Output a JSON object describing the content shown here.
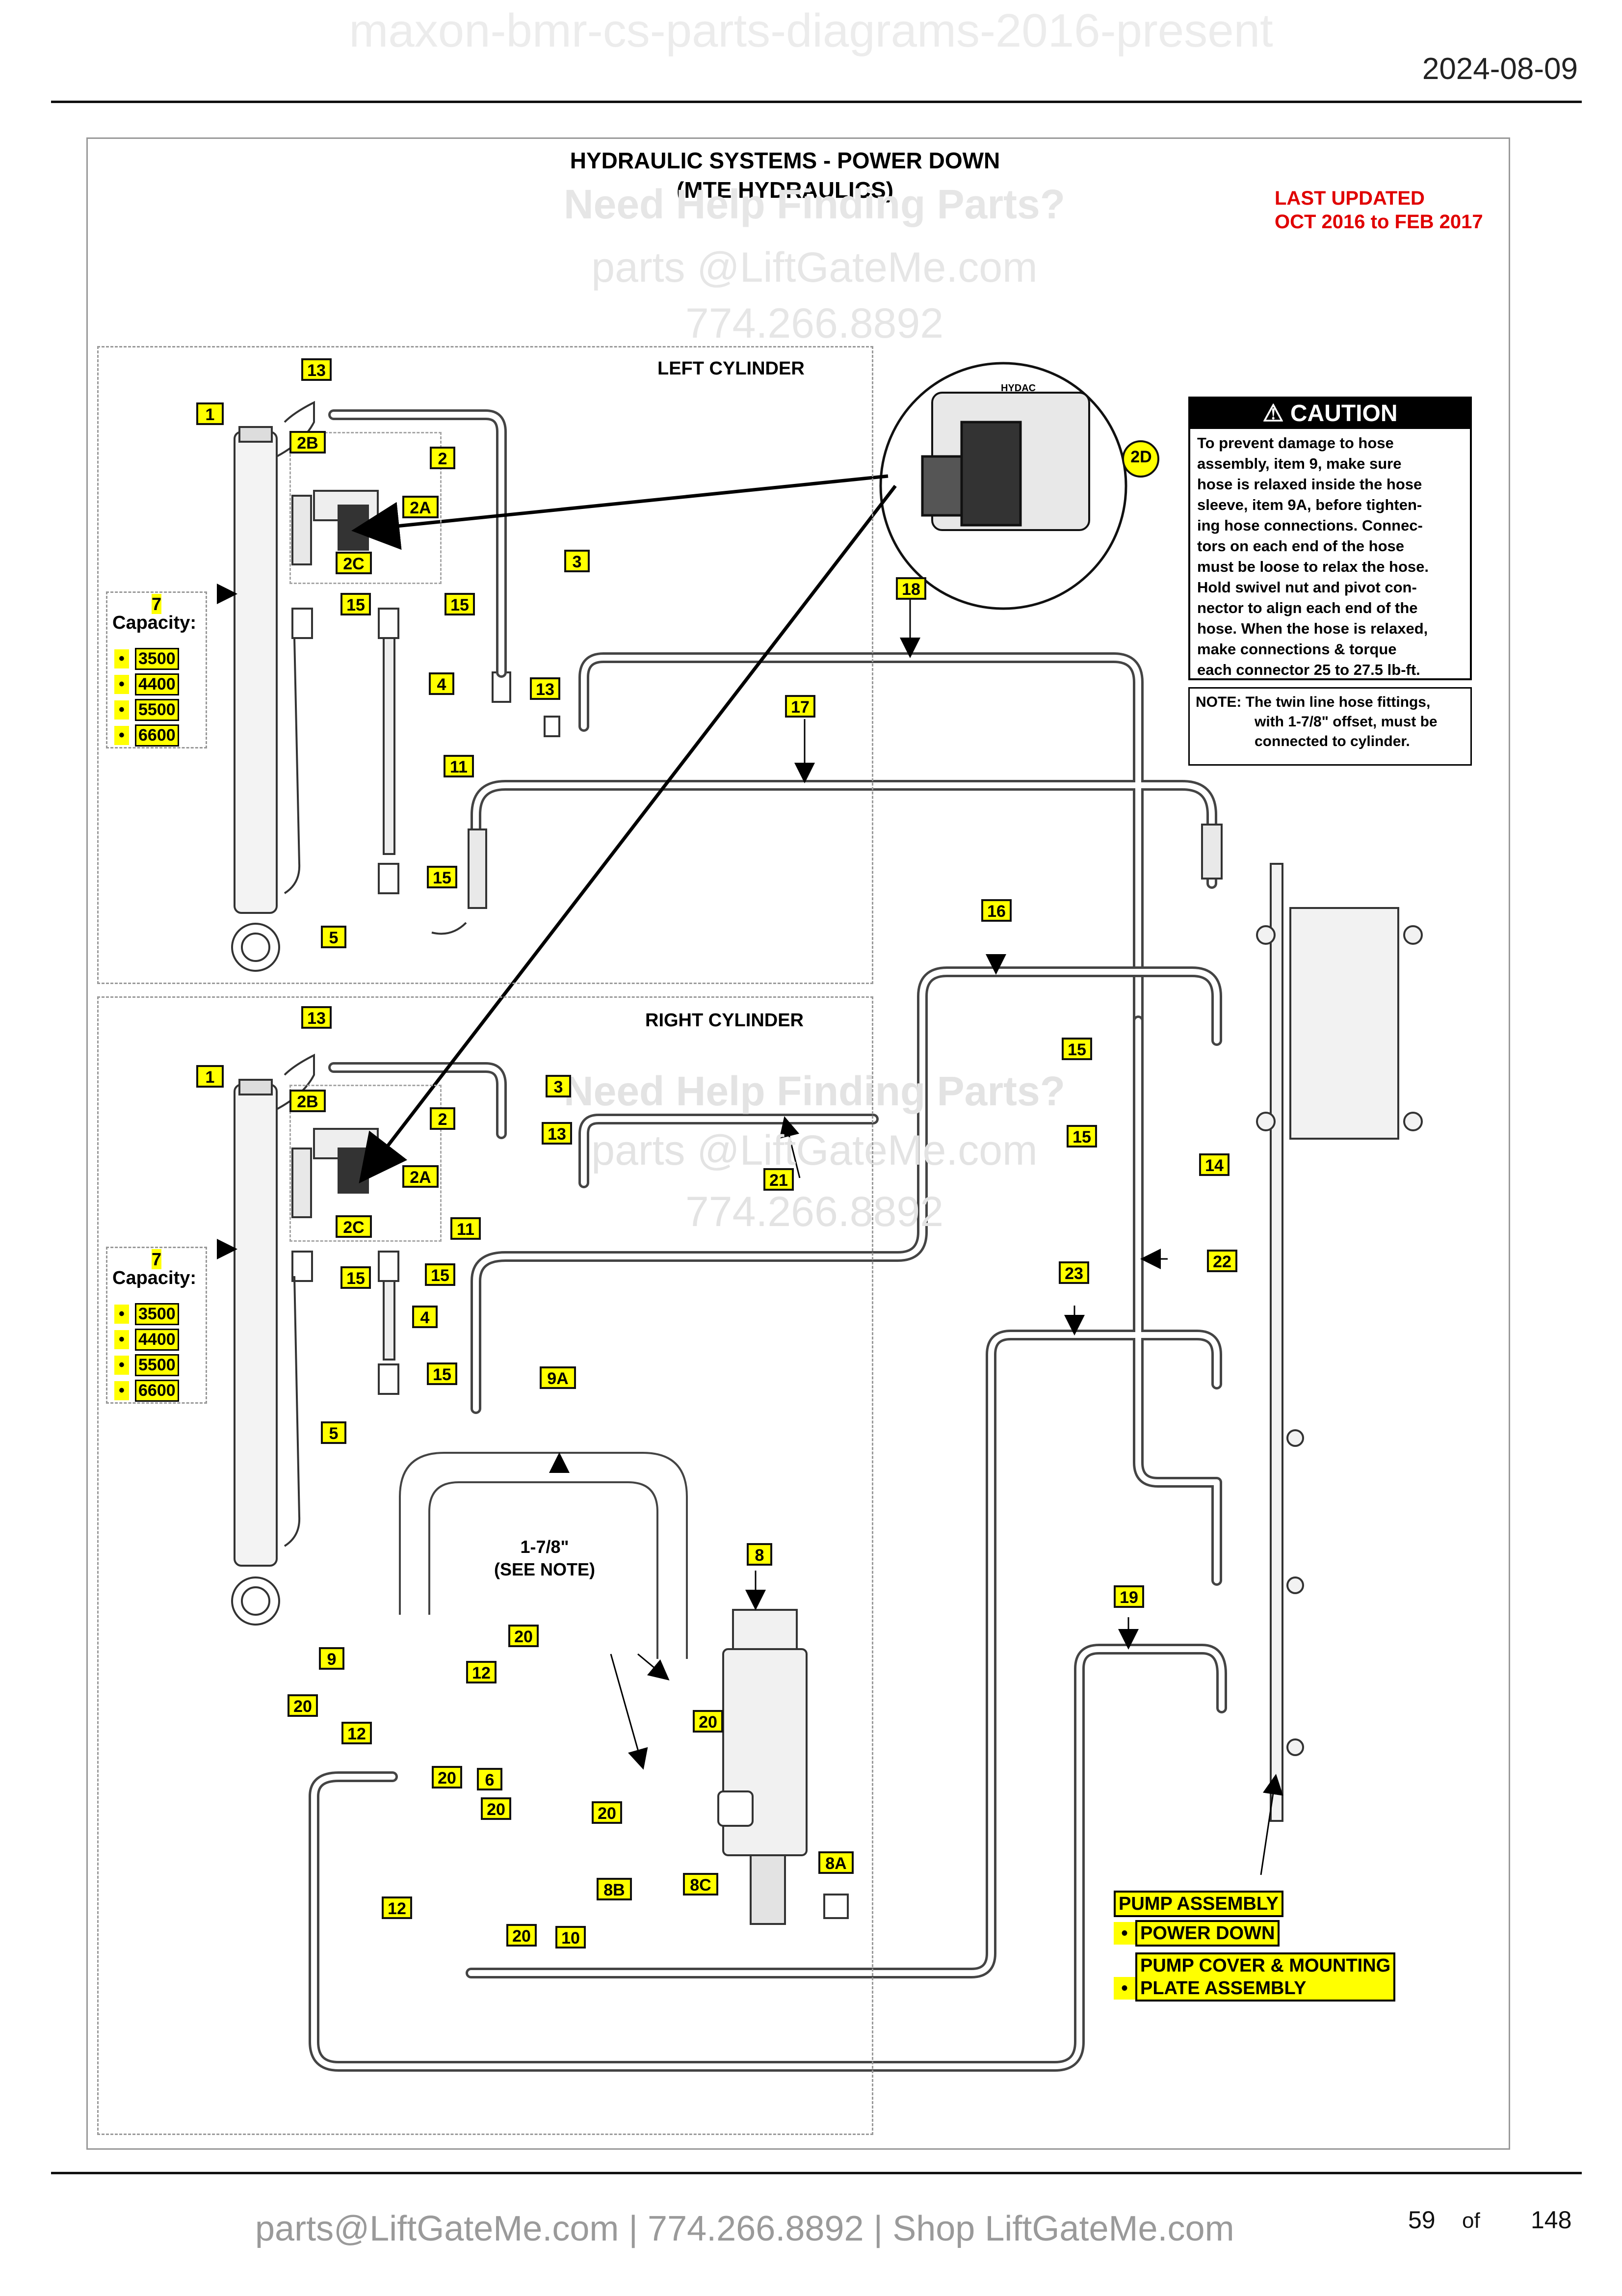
{
  "header": {
    "watermark": "maxon-bmr-cs-parts-diagrams-2016-present",
    "date": "2024-08-09"
  },
  "diagram": {
    "title_line1": "HYDRAULIC SYSTEMS - POWER DOWN",
    "title_line2": "(MTE HYDRAULICS)",
    "updated_line1": "LAST UPDATED",
    "updated_line2": "OCT 2016 to FEB 2017",
    "left_section": "LEFT CYLINDER",
    "right_section": "RIGHT CYLINDER",
    "offset_label_1": "1-7/8\"",
    "offset_label_2": "(SEE NOTE)",
    "watermark": {
      "line1": "Need Help Finding Parts?",
      "line2": "parts @LiftGateMe.com",
      "line3": "774.266.8892"
    },
    "capacity": {
      "item": "7",
      "title": "Capacity:",
      "bullet": "•",
      "values": [
        "3500",
        "4400",
        "5500",
        "6600"
      ]
    },
    "callouts_left": {
      "c1": "1",
      "c13a": "13",
      "c2b": "2B",
      "c2": "2",
      "c2a": "2A",
      "c2c": "2C",
      "c3": "3",
      "c15a": "15",
      "c15b": "15",
      "c4": "4",
      "c13b": "13",
      "c11": "11",
      "c15c": "15",
      "c5": "5",
      "c17": "17",
      "c18": "18",
      "c2d": "2D"
    },
    "callouts_right": {
      "c1": "1",
      "c13a": "13",
      "c2b": "2B",
      "c2": "2",
      "c2a": "2A",
      "c2c": "2C",
      "c3": "3",
      "c13b": "13",
      "c11": "11",
      "c15a": "15",
      "c15b": "15",
      "c4": "4",
      "c15c": "15",
      "c5": "5",
      "c21": "21",
      "c9a": "9A",
      "c16": "16",
      "c15d": "15",
      "c15e": "15",
      "c14": "14",
      "c22": "22",
      "c23": "23"
    },
    "callouts_pump": {
      "c8": "8",
      "c9": "9",
      "c20a": "20",
      "c12a": "12",
      "c20b": "20",
      "c12b": "12",
      "c20c": "20",
      "c6": "6",
      "c20d": "20",
      "c20e": "20",
      "c20f": "20",
      "c12c": "12",
      "c20g": "20",
      "c10": "10",
      "c8b": "8B",
      "c8c": "8C",
      "c8a": "8A",
      "c19": "19"
    },
    "caution": {
      "heading": "CAUTION",
      "lines": [
        "To prevent damage to hose",
        "assembly, item 9, make sure",
        "hose is relaxed inside the hose",
        "sleeve, item 9A, before tighten-",
        "ing hose connections. Connec-",
        "tors on each end of the hose",
        "must be loose to relax the hose.",
        "Hold swivel nut and pivot con-",
        "nector to align each end of the",
        "hose. When the hose is relaxed,",
        "make connections & torque",
        "each connector 25 to 27.5 lb-ft."
      ]
    },
    "note": {
      "line1": "NOTE: The twin line hose fittings,",
      "line2": "with 1-7/8\" offset, must be",
      "line3": "connected to cylinder."
    },
    "zoom_label": "HYDAC",
    "pump_assembly": {
      "title": "PUMP ASSEMBLY",
      "bullet": "•",
      "item1": "POWER DOWN",
      "item2_line1": "PUMP COVER & MOUNTING",
      "item2_line2": "PLATE ASSEMBLY"
    }
  },
  "footer": {
    "contact": "parts@LiftGateMe.com | 774.266.8892 | Shop LiftGateMe.com",
    "page": "59",
    "of": "of",
    "total": "148"
  }
}
